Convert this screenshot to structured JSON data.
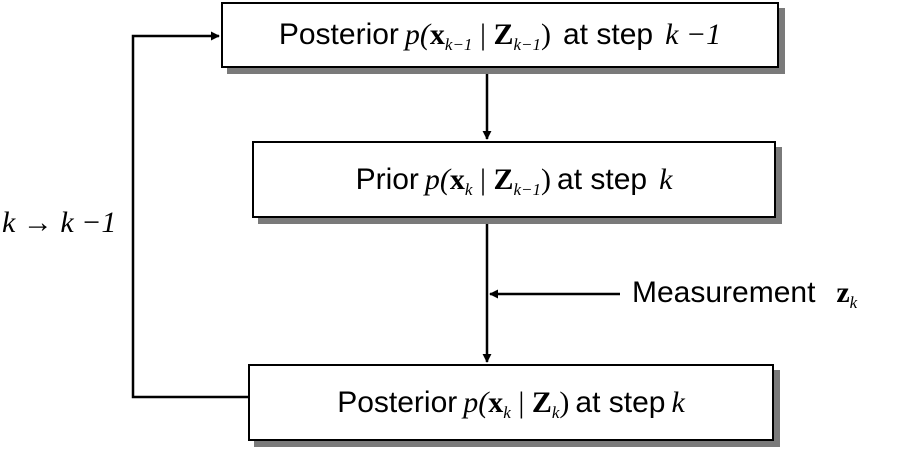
{
  "boxes": {
    "posterior_prev": {
      "word": "Posterior",
      "formula": {
        "fn": "p(",
        "var": "x",
        "var_sub": "k−1",
        "bar": " | ",
        "cond": "Z",
        "cond_sub": "k−1",
        "close": ")"
      },
      "at_step": "at step",
      "step": "k −1"
    },
    "prior": {
      "word": "Prior",
      "formula": {
        "fn": "p(",
        "var": "x",
        "var_sub": "k",
        "bar": " | ",
        "cond": "Z",
        "cond_sub": "k−1",
        "close": ")"
      },
      "at_step": "at step",
      "step": "k"
    },
    "posterior_curr": {
      "word": "Posterior",
      "formula": {
        "fn": "p(",
        "var": "x",
        "var_sub": "k",
        "bar": " | ",
        "cond": "Z",
        "cond_sub": "k",
        "close": ")"
      },
      "at_step": "at step",
      "step": "k"
    }
  },
  "measurement": {
    "label": "Measurement",
    "symbol": "z",
    "symbol_sub": "k"
  },
  "loop_label": {
    "from": "k",
    "arrow": "→",
    "to": "k −1"
  }
}
